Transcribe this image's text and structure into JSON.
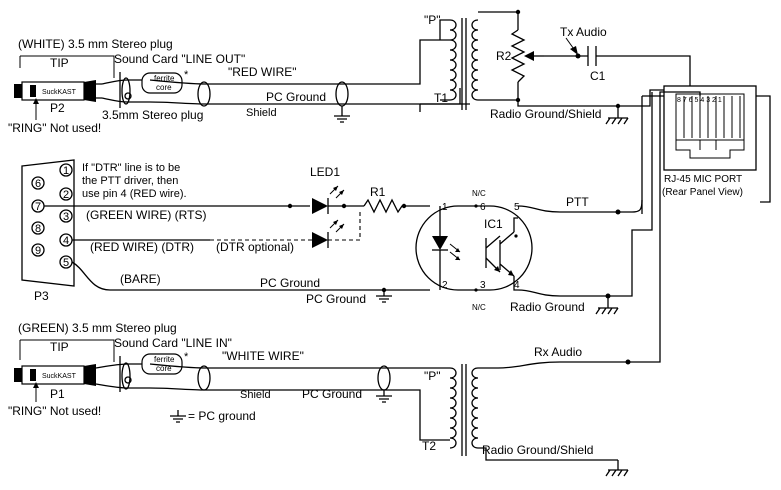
{
  "labels": {
    "white_plug": "(WHITE) 3.5 mm Stereo plug",
    "tip_top": "TIP",
    "soundcard_out": "Sound Card \"LINE OUT\"",
    "ferrite_top": "ferrite core",
    "ferrite_top_mark": "*",
    "red_wire": "\"RED WIRE\"",
    "stereo_plug_top": "3.5mm Stereo plug",
    "p2": "P2",
    "ring_top": "\"RING\" Not used!",
    "pc_ground_top": "PC Ground",
    "shield_top": "Shield",
    "t1": "T1",
    "p_top": "\"P\"",
    "r2": "R2",
    "tx_audio": "Tx Audio",
    "c1": "C1",
    "radio_ground_shield_top": "Radio Ground/Shield",
    "rj45_pins": "8 7 6 5 4 3 2 1",
    "rj45_title": "RJ-45 MIC PORT",
    "rj45_sub": "(Rear Panel View)",
    "dtr_note_1": "If \"DTR\" line is to be",
    "dtr_note_2": "the PTT driver, then",
    "dtr_note_3": "use pin 4 (RED wire).",
    "led1": "LED1",
    "r1": "R1",
    "green_wire": "(GREEN WIRE) (RTS)",
    "red_wire_dtr": "(RED WIRE) (DTR)",
    "dtr_optional": "(DTR optional)",
    "bare": "(BARE)",
    "pc_ground_mid": "PC Ground",
    "pc_ground_mid2": "PC Ground",
    "p3": "P3",
    "nc_top": "N/C",
    "nc_bottom": "N/C",
    "ic1": "IC1",
    "ptt": "PTT",
    "radio_ground": "Radio Ground",
    "pin1": "1",
    "pin2": "2",
    "pin3": "3",
    "pin4": "4",
    "pin5": "5",
    "pin6": "6",
    "db9_pins": [
      "6",
      "1",
      "7",
      "2",
      "8",
      "3",
      "9",
      "4",
      "5"
    ],
    "green_plug": "(GREEN) 3.5 mm Stereo plug",
    "tip_bottom": "TIP",
    "soundcard_in": "Sound Card \"LINE IN\"",
    "ferrite_bottom": "ferrite core",
    "ferrite_bottom_mark": "*",
    "white_wire": "\"WHITE WIRE\"",
    "rx_audio": "Rx Audio",
    "p1": "P1",
    "ring_bottom": "\"RING\" Not used!",
    "shield_bottom": "Shield",
    "pc_ground_bottom": "PC Ground",
    "p_bottom": "\"P\"",
    "t2": "T2",
    "radio_ground_shield_bottom": "Radio Ground/Shield",
    "pc_ground_legend": "= PC ground",
    "plug_text": "SuckKAST"
  }
}
